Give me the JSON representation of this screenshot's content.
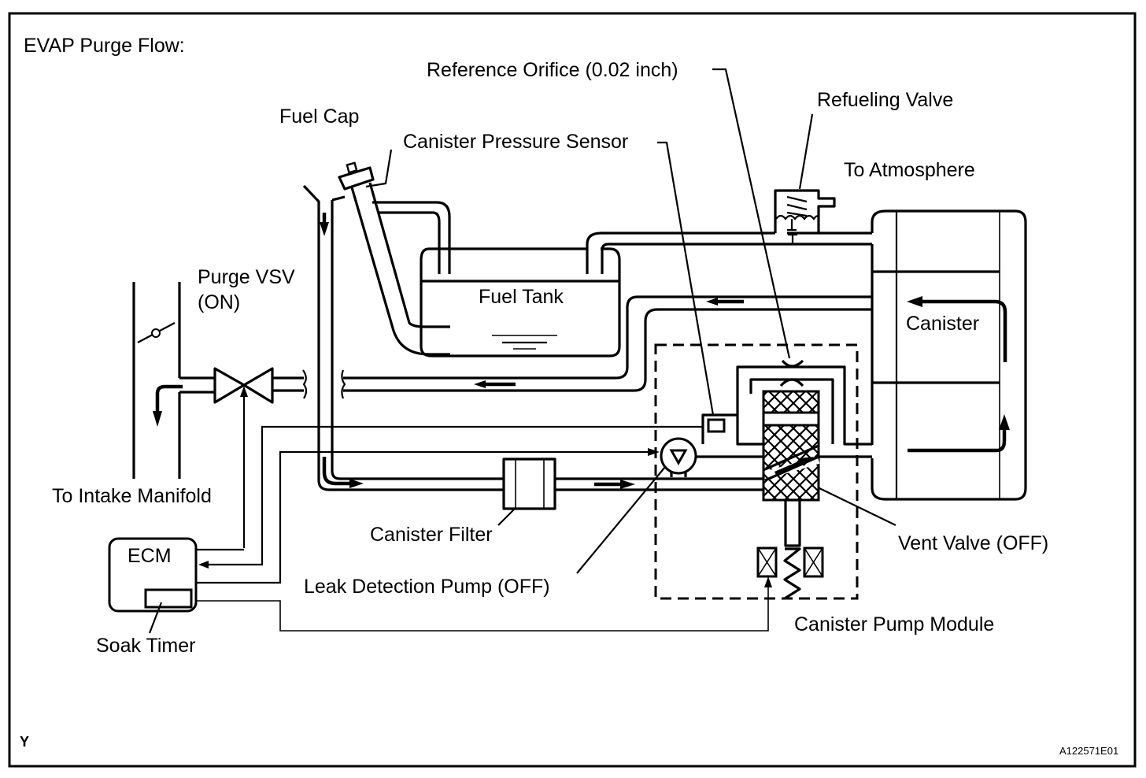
{
  "diagram": {
    "title": "EVAP Purge Flow:",
    "figure_code": "A122571E01",
    "corner_mark": "Y",
    "labels": {
      "reference_orifice": "Reference Orifice (0.02 inch)",
      "refueling_valve": "Refueling Valve",
      "fuel_cap": "Fuel Cap",
      "canister_pressure_sensor": "Canister Pressure Sensor",
      "to_atmosphere": "To Atmosphere",
      "purge_vsv_line1": "Purge VSV",
      "purge_vsv_line2": "(ON)",
      "fuel_tank": "Fuel Tank",
      "canister": "Canister",
      "to_intake_manifold": "To Intake Manifold",
      "canister_filter": "Canister Filter",
      "ecm": "ECM",
      "vent_valve": "Vent Valve (OFF)",
      "leak_detection_pump": "Leak Detection Pump (OFF)",
      "soak_timer": "Soak Timer",
      "canister_pump_module": "Canister Pump Module"
    },
    "component_states": {
      "purge_vsv": "ON",
      "vent_valve": "OFF",
      "leak_detection_pump": "OFF"
    },
    "colors": {
      "line": "#000000",
      "background": "#ffffff"
    }
  }
}
